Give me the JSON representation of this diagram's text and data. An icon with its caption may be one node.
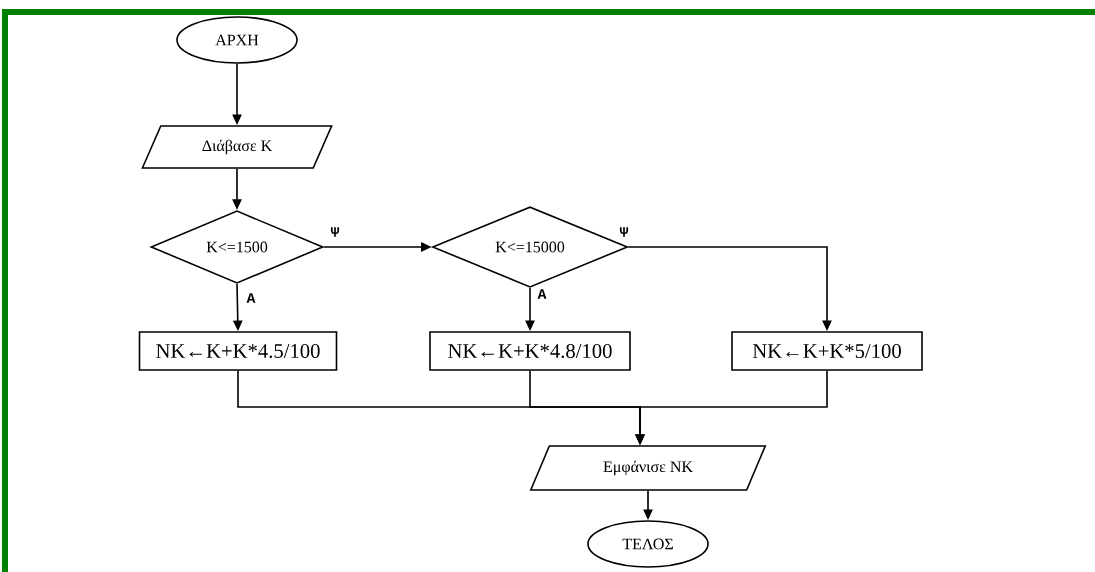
{
  "diagram": {
    "nodes": [
      {
        "text": [
          "ΑΡΧΗ"
        ]
      },
      {
        "text": [
          "Διάβασε Κ"
        ]
      },
      {
        "text": [
          "Κ<=1500"
        ]
      },
      {
        "text": [
          "Κ<=15000"
        ]
      },
      {
        "text": [
          "ΝΚ←Κ+Κ*4.5/100"
        ]
      },
      {
        "text": [
          "ΝΚ←Κ+Κ*4.8/100"
        ]
      },
      {
        "text": [
          "ΝΚ←Κ+Κ*5/100"
        ]
      },
      {
        "text": [
          "Εμφάνισε ΝΚ"
        ]
      },
      {
        "text": [
          "ΤΕΛΟΣ"
        ]
      }
    ],
    "edges": [
      {
        "from": 0,
        "to": 1,
        "arrow": "to"
      },
      {
        "from": 1,
        "to": 2,
        "arrow": "to"
      },
      {
        "from": 2,
        "to": 3,
        "arrow": "to",
        "label": "Ψ"
      },
      {
        "from": 2,
        "to": 4,
        "arrow": "to",
        "label": "Α"
      },
      {
        "from": 3,
        "to": 5,
        "arrow": "to",
        "label": "Α"
      },
      {
        "from": 3,
        "to": 6,
        "arrow": "to",
        "label": "Ψ"
      },
      {
        "from": 4,
        "to": 7,
        "arrow": "to"
      },
      {
        "from": 5,
        "to": 7,
        "arrow": "to"
      },
      {
        "from": 6,
        "to": 7,
        "arrow": "to"
      },
      {
        "from": 7,
        "to": 8,
        "arrow": "to"
      }
    ]
  }
}
